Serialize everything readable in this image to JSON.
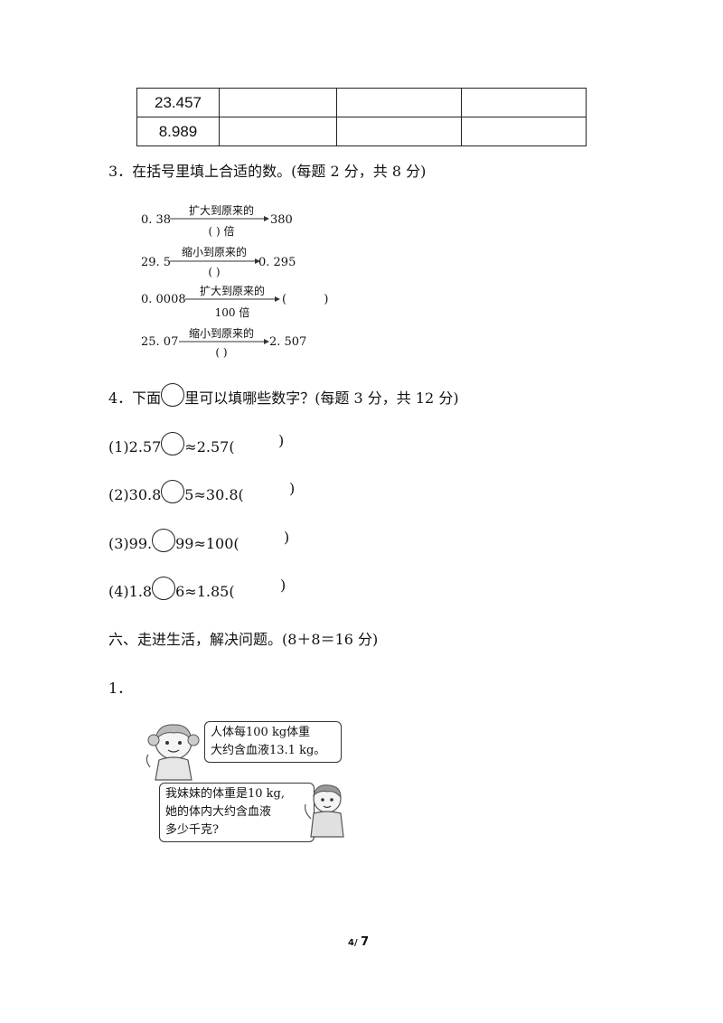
{
  "table": {
    "rows": [
      {
        "value": "23.457"
      },
      {
        "value": "8.989"
      }
    ]
  },
  "section3": {
    "heading": "3．在括号里填上合适的数。(每题 2 分，共 8 分)",
    "items": [
      {
        "left": "0. 38",
        "top": "扩大到原来的",
        "bottom": "(      ) 倍",
        "right": "380"
      },
      {
        "left": "29. 5",
        "top": "缩小到原来的",
        "bottom": "(      )",
        "right": "0. 295"
      },
      {
        "left": "0. 0008",
        "top": "扩大到原来的",
        "bottom": "100 倍",
        "right": "(          )"
      },
      {
        "left": "25. 07",
        "top": "缩小到原来的",
        "bottom": "(      )",
        "right": "2. 507"
      }
    ]
  },
  "section4": {
    "heading_before": "4．下面",
    "heading_after": "里可以填哪些数字？(每题 3 分，共 12 分)",
    "items": [
      {
        "before": "(1)2.57",
        "after": "≈2.57(",
        "close": ")"
      },
      {
        "before": "(2)30.8",
        "after": "5≈30.8(",
        "close": ")"
      },
      {
        "before": "(3)99.",
        "after": "99≈100(",
        "close": ")"
      },
      {
        "before": "(4)1.8",
        "after": "6≈1.85(",
        "close": ")"
      }
    ]
  },
  "section6": {
    "heading": "六、走进生活，解决问题。(8＋8＝16 分)",
    "q1_label": "1．",
    "bubble1_line1": "人体每100 kg体重",
    "bubble1_line2": "大约含血液13.1 kg。",
    "bubble2_line1": "我妹妹的体重是10 kg,",
    "bubble2_line2": "她的体内大约含血液",
    "bubble2_line3": "多少千克?"
  },
  "footer": {
    "page_current": "4",
    "page_sep": "/ ",
    "page_total": "7"
  }
}
